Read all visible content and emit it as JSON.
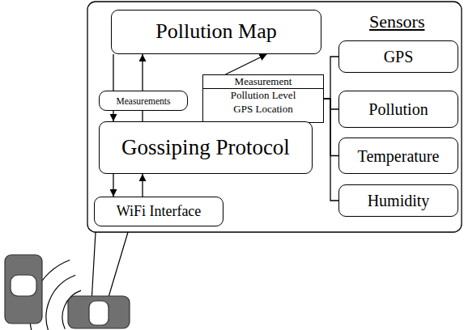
{
  "diagram": {
    "nodes": [
      {
        "text": [
          "Pollution Map"
        ]
      },
      {
        "text": [
          "Measurement",
          "Pollution Level",
          "GPS Location"
        ]
      },
      {
        "text": [
          "Gossiping Protocol"
        ]
      },
      {
        "text": [
          "WiFi Interface"
        ]
      },
      {
        "text": [
          "GPS"
        ]
      },
      {
        "text": [
          "Pollution"
        ]
      },
      {
        "text": [
          "Temperature"
        ]
      },
      {
        "text": [
          "Humidity"
        ]
      }
    ],
    "edges": [
      {
        "from": 0,
        "to": 2,
        "arrow": "to",
        "label": "Measurements"
      },
      {
        "from": 2,
        "to": 0,
        "arrow": "to"
      },
      {
        "from": 2,
        "to": 3,
        "arrow": "to"
      },
      {
        "from": 3,
        "to": 2,
        "arrow": "to"
      },
      {
        "from": 1,
        "to": 0,
        "arrow": "to"
      },
      {
        "from": 4,
        "to": 1,
        "arrow": "none"
      },
      {
        "from": 5,
        "to": 1,
        "arrow": "none"
      },
      {
        "from": 6,
        "to": 1,
        "arrow": "none"
      },
      {
        "from": 7,
        "to": 1,
        "arrow": "none"
      }
    ],
    "labels": [
      "Sensors"
    ]
  }
}
